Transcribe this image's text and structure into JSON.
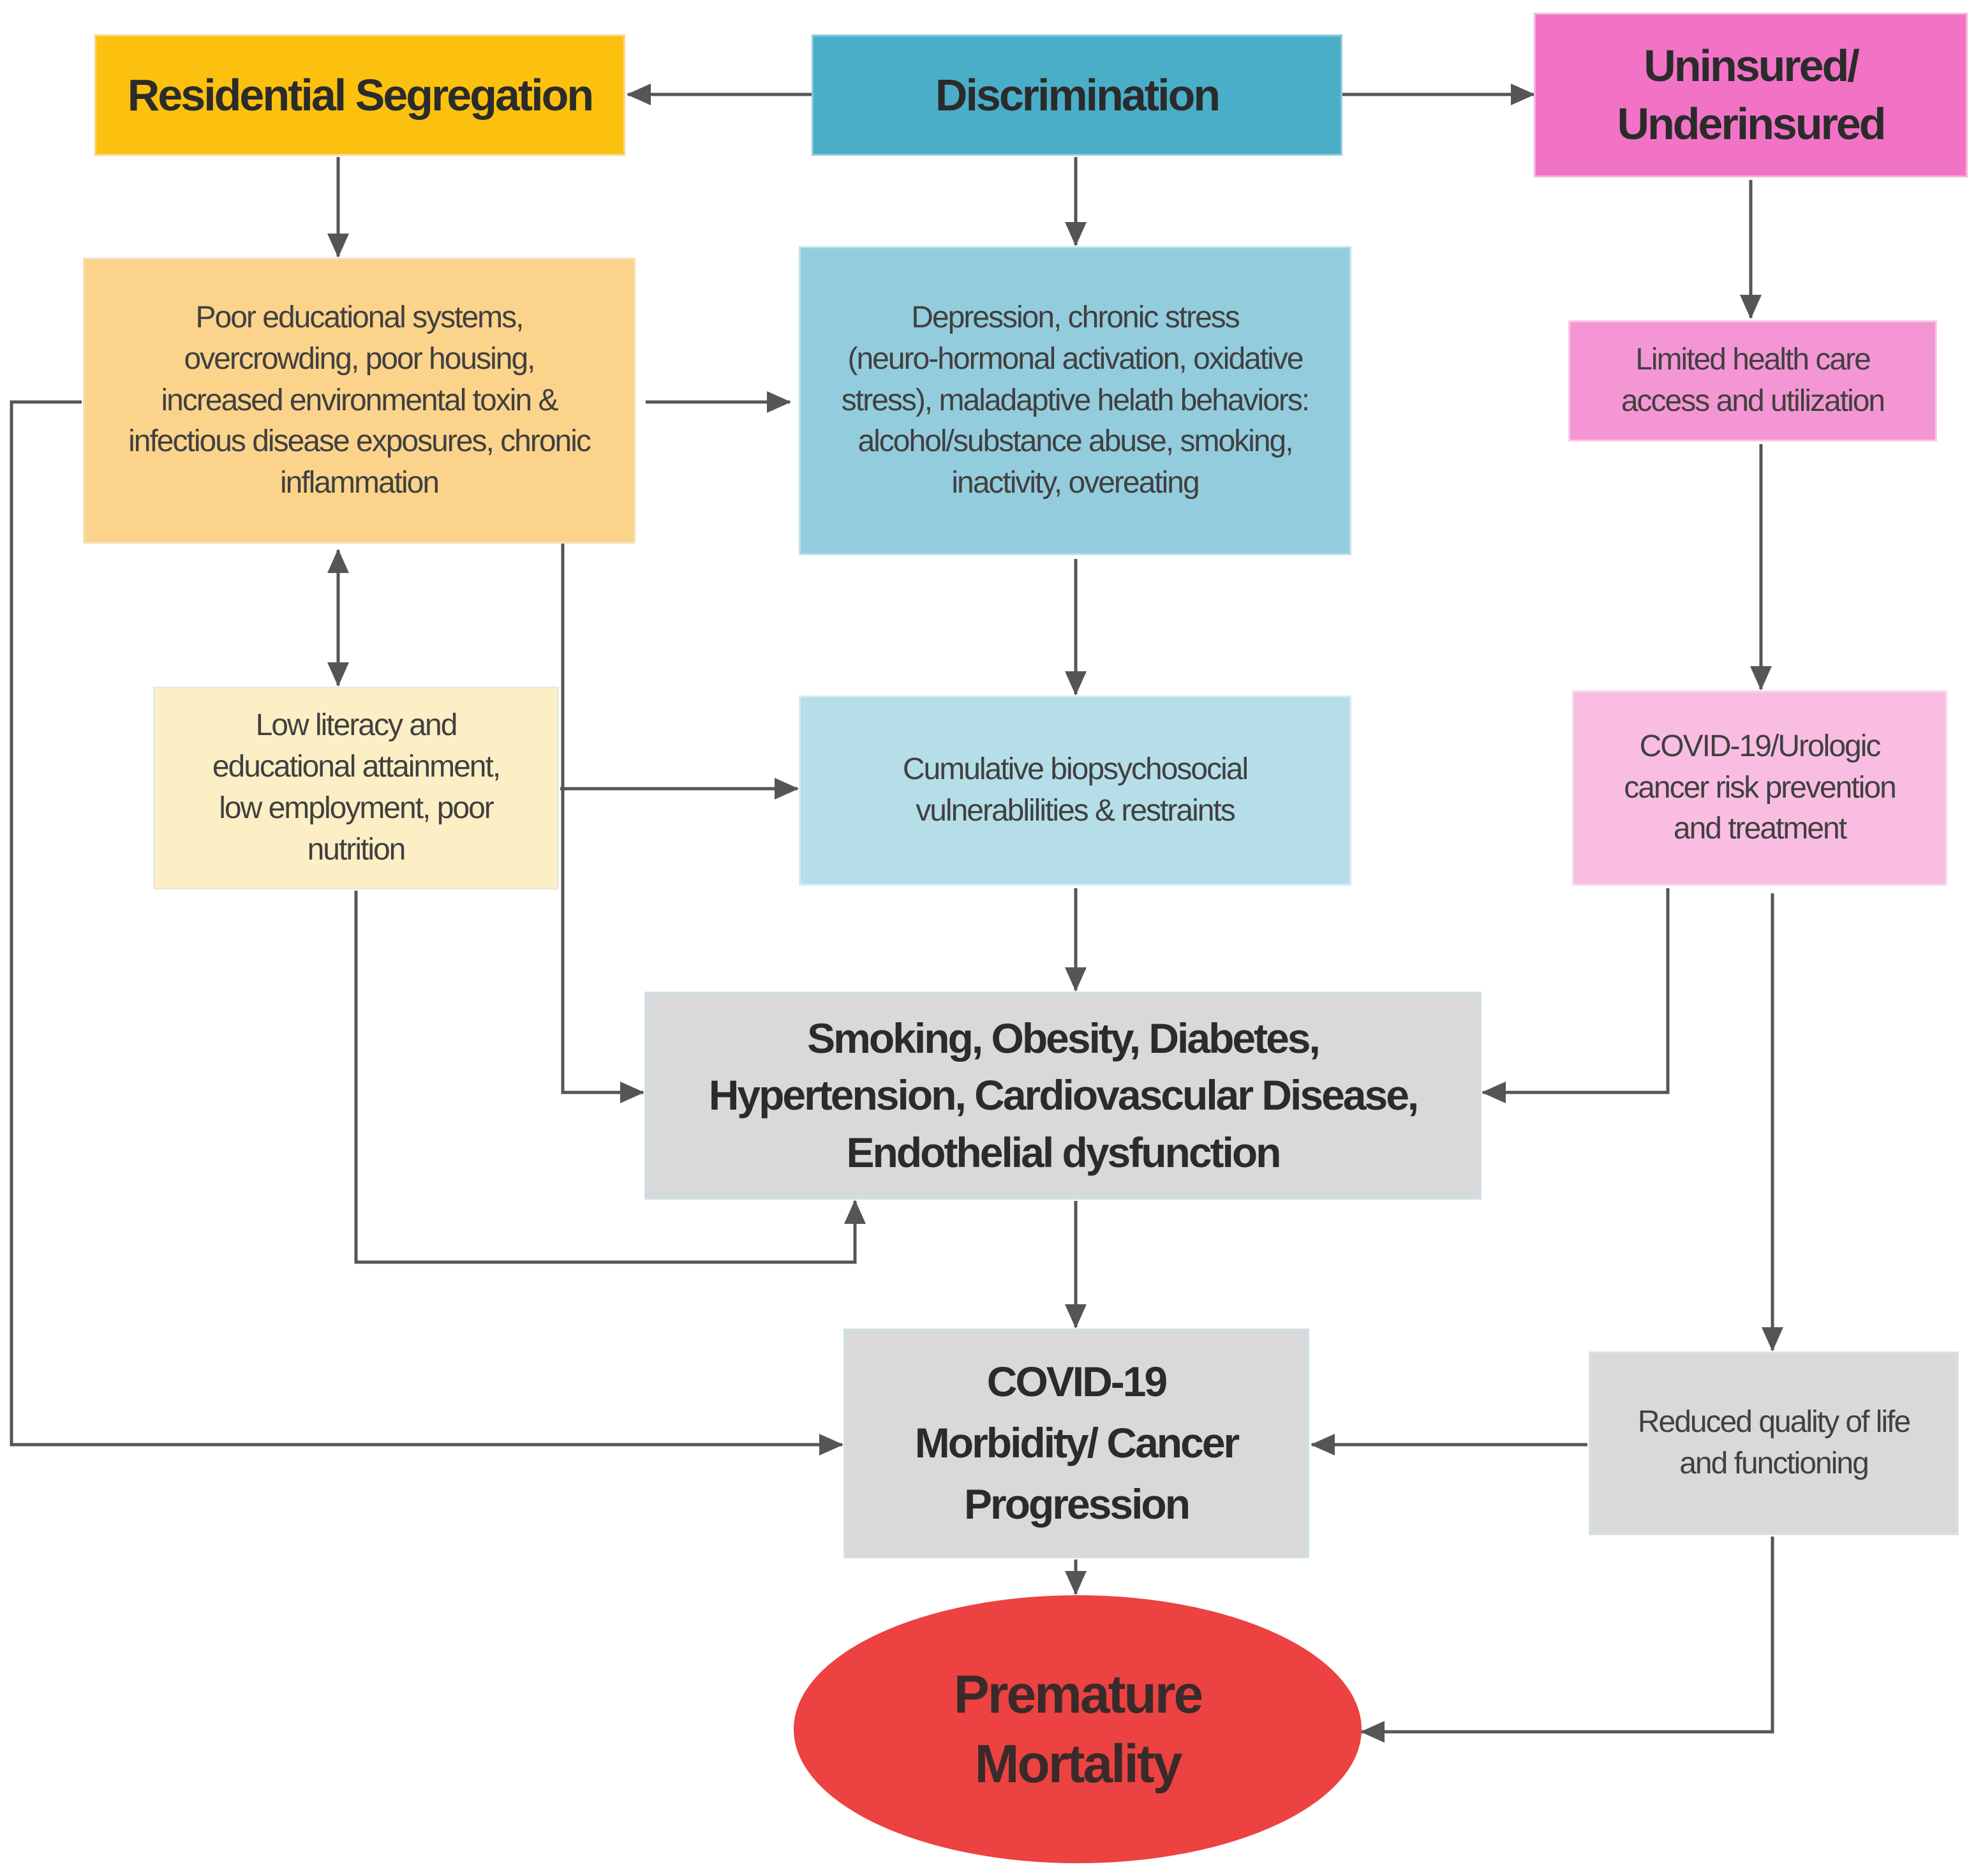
{
  "nodes": {
    "residential_segregation": {
      "text": "Residential Segregation",
      "fill": "#FBC10E"
    },
    "discrimination": {
      "text": "Discrimination",
      "fill": "#4AAEC8"
    },
    "uninsured": {
      "text": "Uninsured/\nUnderinsured",
      "fill": "#F273C6"
    },
    "poor_education": {
      "text": "Poor educational systems,\novercrowding, poor housing,\nincreased environmental toxin &\ninfectious disease exposures, chronic\ninflammation",
      "fill": "#FBD38B"
    },
    "depression": {
      "text": "Depression, chronic stress\n(neuro-hormonal activation, oxidative\nstress), maladaptive helath behaviors:\nalcohol/substance abuse, smoking,\ninactivity, overeating",
      "fill": "#93CCDD"
    },
    "limited_access": {
      "text": "Limited health care\naccess and utilization",
      "fill": "#F596D4"
    },
    "low_literacy": {
      "text": "Low literacy and\neducational attainment,\nlow employment, poor\nnutrition",
      "fill": "#FDEFC5"
    },
    "cumulative": {
      "text": "Cumulative biopsychosocial\nvulnerablilities & restraints",
      "fill": "#B5DEE9"
    },
    "covid_urologic": {
      "text": "COVID-19/Urologic\ncancer risk prevention\nand treatment",
      "fill": "#F9BDE2"
    },
    "comorbidities": {
      "text": "Smoking, Obesity, Diabetes,\nHypertension, Cardiovascular Disease,\nEndothelial dysfunction",
      "fill": "#D9D9D9"
    },
    "covid_morbidity": {
      "text": "COVID-19\nMorbidity/ Cancer\nProgression",
      "fill": "#D9D9D9"
    },
    "reduced_quality": {
      "text": "Reduced quality of life\nand functioning",
      "fill": "#D9D9D9"
    },
    "premature_mortality": {
      "text": "Premature\nMortality",
      "fill": "#EC4242"
    }
  },
  "colors": {
    "connector": "#555555",
    "box_border": "#c9d8e2"
  }
}
